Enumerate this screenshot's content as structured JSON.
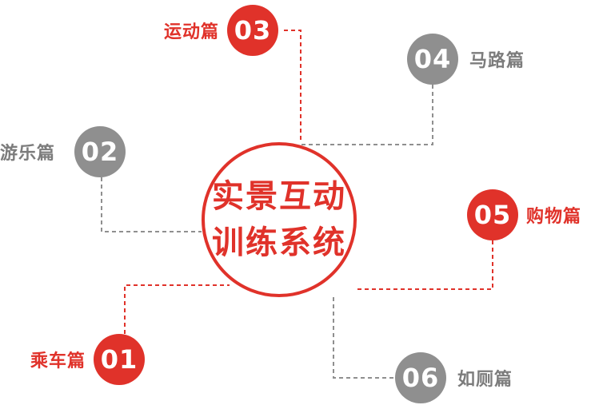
{
  "center": {
    "line1": "实景互动",
    "line2": "训练系统"
  },
  "nodes": [
    {
      "id": "01",
      "number": "01",
      "label": "乘车篇",
      "color": "#e0322a"
    },
    {
      "id": "02",
      "number": "02",
      "label": "游乐篇",
      "color": "#8f8f8f"
    },
    {
      "id": "03",
      "number": "03",
      "label": "运动篇",
      "color": "#e0322a"
    },
    {
      "id": "04",
      "number": "04",
      "label": "马路篇",
      "color": "#8f8f8f"
    },
    {
      "id": "05",
      "number": "05",
      "label": "购物篇",
      "color": "#e0322a"
    },
    {
      "id": "06",
      "number": "06",
      "label": "如厕篇",
      "color": "#8f8f8f"
    }
  ],
  "colors": {
    "accent": "#e0322a",
    "neutral": "#8f8f8f",
    "neutral_text": "#7c7c7c"
  }
}
